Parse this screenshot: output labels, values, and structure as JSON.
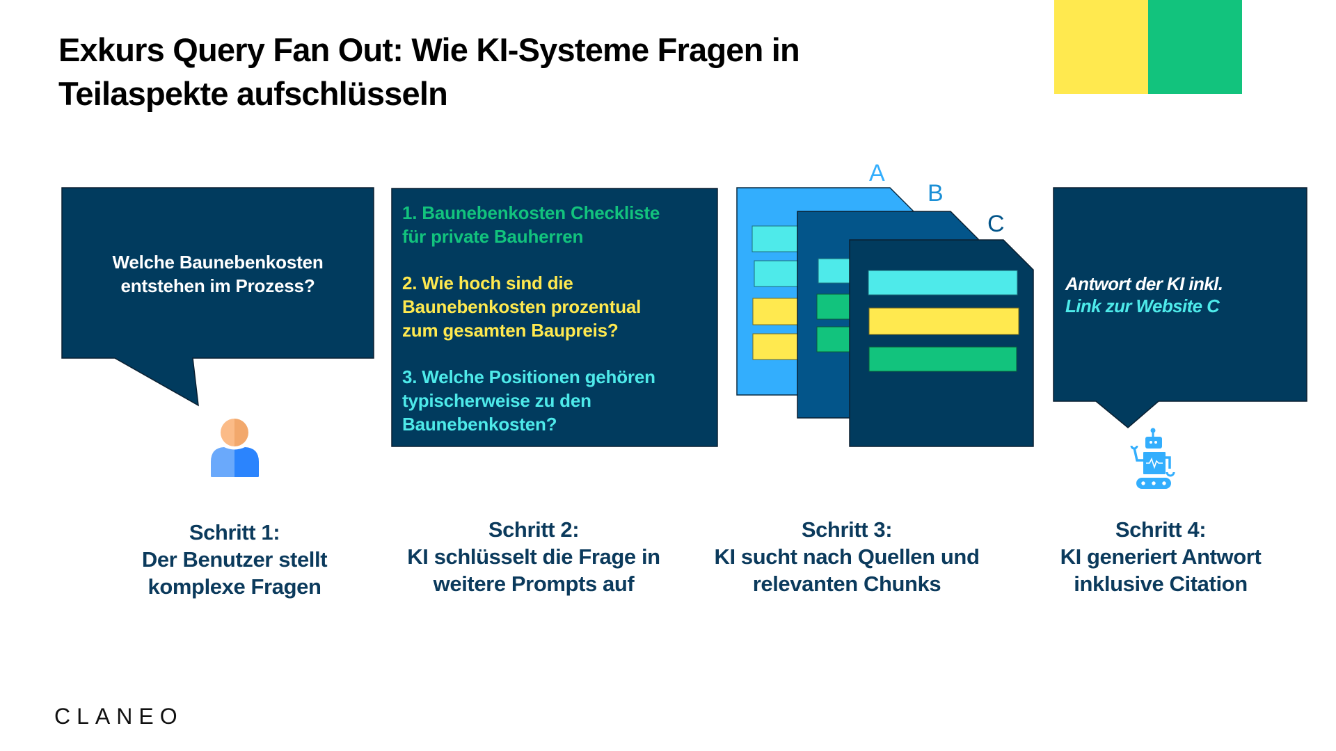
{
  "title": {
    "line1": "Exkurs Query Fan Out: Wie KI-Systeme Fragen in",
    "line2": "Teilaspekte aufschlüsseln"
  },
  "colors": {
    "navy": "#013b5e",
    "yellow": "#ffe94f",
    "green": "#12c37d",
    "cyan": "#4eeaea",
    "light_blue": "#33aefd",
    "mid_blue": "#03558a",
    "step_text": "#0b3a5c"
  },
  "step1": {
    "question_line1": "Welche Baunebenkosten",
    "question_line2": "entstehen im Prozess?",
    "icon": "user-icon",
    "label_title": "Schritt 1:",
    "label_line1": "Der Benutzer stellt",
    "label_line2": "komplexe Fragen"
  },
  "step2": {
    "prompts": [
      {
        "lines": [
          "1. Baunebenkosten Checkliste",
          "für private Bauherren"
        ],
        "color": "#12c37d"
      },
      {
        "lines": [
          "2. Wie hoch sind die",
          "Baunebenkosten prozentual",
          "zum gesamten Baupreis?"
        ],
        "color": "#ffe94f"
      },
      {
        "lines": [
          "3. Welche Positionen gehören",
          "typischerweise zu den",
          "Baunebenkosten?"
        ],
        "color": "#4eeaea"
      }
    ],
    "label_title": "Schritt 2:",
    "label_line1": "KI schlüsselt die Frage in",
    "label_line2": "weitere Prompts auf"
  },
  "step3": {
    "documents": [
      {
        "letter": "A",
        "color": "#33aefd",
        "letter_color": "#33aefd",
        "bars": [
          "#4eeaea",
          "#4eeaea",
          "#ffe94f",
          "#ffe94f"
        ]
      },
      {
        "letter": "B",
        "color": "#03558a",
        "letter_color": "#1a8fd6",
        "bars": [
          "#4eeaea",
          "#12c37d",
          "#12c37d"
        ]
      },
      {
        "letter": "C",
        "color": "#013b5e",
        "letter_color": "#03558a",
        "bars": [
          "#4eeaea",
          "#ffe94f",
          "#12c37d"
        ]
      }
    ],
    "label_title": "Schritt 3:",
    "label_line1": "KI sucht nach Quellen und",
    "label_line2": "relevanten Chunks"
  },
  "step4": {
    "answer_line1": "Antwort der KI inkl.",
    "answer_line2": "Link zur Website C",
    "icon": "robot-icon",
    "label_title": "Schritt 4:",
    "label_line1": "KI generiert Antwort",
    "label_line2": "inklusive Citation"
  },
  "footer": {
    "logo": "CLANEO"
  }
}
